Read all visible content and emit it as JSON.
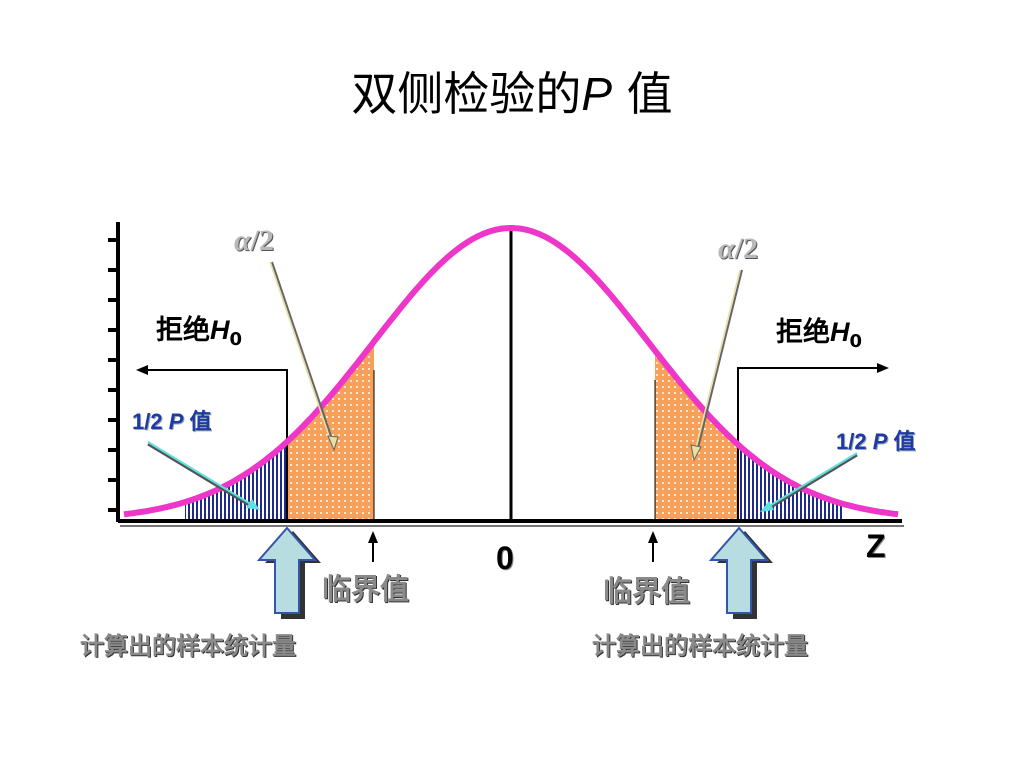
{
  "title": {
    "text": "双侧检验的",
    "p": "P",
    "suffix": " 值"
  },
  "labels": {
    "alpha_left": {
      "symbol": "α",
      "rest": "/2"
    },
    "alpha_right": {
      "symbol": "α",
      "rest": "/2"
    },
    "reject_left": {
      "text": "拒绝",
      "h": "H",
      "sub": "0"
    },
    "reject_right": {
      "text": "拒绝",
      "h": "H",
      "sub": "0"
    },
    "halfp_left": {
      "pre": "1/2 ",
      "p": "P",
      "post": " 值"
    },
    "halfp_right": {
      "pre": "1/2 ",
      "p": "P",
      "post": " 值"
    },
    "zero": "0",
    "axis_z": "Z",
    "critical_left": "临界值",
    "critical_right": "临界值",
    "stat_left": "计算出的样本统计量",
    "stat_right": "计算出的样本统计量"
  },
  "colors": {
    "curve": "#ee36c8",
    "alpha_region": "#f6a05a",
    "p_region": "#1e2a8c",
    "pointer": "#5fe0e0",
    "arrow_fill": "#b8dde0"
  },
  "icons": [
    "up-arrow-icon",
    "left-arrow-icon",
    "right-arrow-icon"
  ]
}
